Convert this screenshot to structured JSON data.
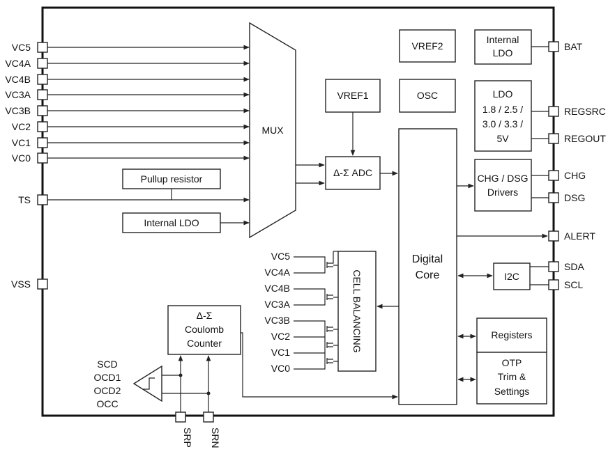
{
  "blocks": {
    "mux": "MUX",
    "vref1": "VREF1",
    "vref2": "VREF2",
    "osc": "OSC",
    "adc": "Δ-Σ  ADC",
    "internal_ldo_top": [
      "Internal",
      "LDO"
    ],
    "ldo": [
      "LDO",
      "1.8 / 2.5 /",
      "3.0 / 3.3 /",
      "5V"
    ],
    "pullup": "Pullup resistor",
    "internal_ldo_left": "Internal LDO",
    "digital_core": [
      "Digital",
      "Core"
    ],
    "chg_dsg": [
      "CHG / DSG",
      "Drivers"
    ],
    "i2c": "I2C",
    "registers": "Registers",
    "otp": [
      "OTP",
      "Trim &",
      "Settings"
    ],
    "cell_balancing": "CELL BALANCING",
    "coulomb": [
      "Δ-Σ",
      "Coulomb",
      "Counter"
    ]
  },
  "pins": {
    "left": [
      "VC5",
      "VC4A",
      "VC4B",
      "VC3A",
      "VC3B",
      "VC2",
      "VC1",
      "VC0",
      "TS",
      "VSS"
    ],
    "right": [
      "BAT",
      "REGSRC",
      "REGOUT",
      "CHG",
      "DSG",
      "ALERT",
      "SDA",
      "SCL"
    ],
    "bottom": [
      "SRP",
      "SRN"
    ]
  },
  "balancing_inputs": [
    "VC5",
    "VC4A",
    "VC4B",
    "VC3A",
    "VC3B",
    "VC2",
    "VC1",
    "VC0"
  ],
  "protection_labels": [
    "SCD",
    "OCD1",
    "OCD2",
    "OCC"
  ]
}
